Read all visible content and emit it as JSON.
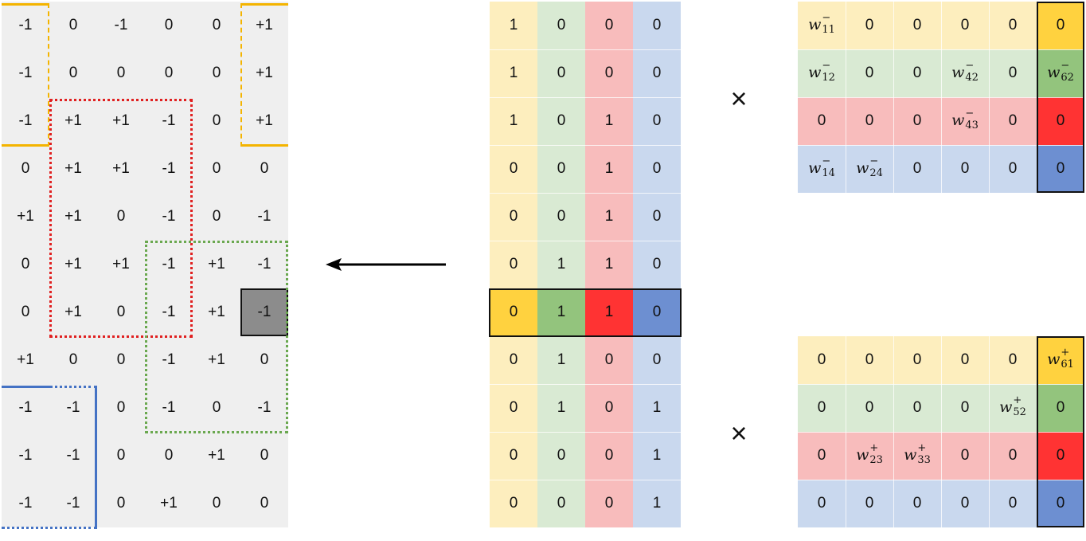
{
  "colors": {
    "left_bg": "#efefef",
    "yellow": "#fdeebe",
    "green": "#d9ead3",
    "red": "#f8bcbc",
    "blue": "#c9d8ee",
    "yellow_strong": "#ffd23f",
    "green_strong": "#93c47d",
    "red_strong": "#ff3333",
    "blue_strong": "#6d8fd1",
    "dark_cell": "#8c8c8c",
    "box_yellow": "#f4b400",
    "box_red": "#e02020",
    "box_green": "#6aa84f",
    "box_blue": "#4472c4"
  },
  "left_matrix": [
    [
      "-1",
      "0",
      "-1",
      "0",
      "0",
      "+1"
    ],
    [
      "-1",
      "0",
      "0",
      "0",
      "0",
      "+1"
    ],
    [
      "-1",
      "+1",
      "+1",
      "-1",
      "0",
      "+1"
    ],
    [
      "0",
      "+1",
      "+1",
      "-1",
      "0",
      "0"
    ],
    [
      "+1",
      "+1",
      "0",
      "-1",
      "0",
      "-1"
    ],
    [
      "0",
      "+1",
      "+1",
      "-1",
      "+1",
      "-1"
    ],
    [
      "0",
      "+1",
      "0",
      "-1",
      "+1",
      "-1"
    ],
    [
      "+1",
      "0",
      "0",
      "-1",
      "+1",
      "0"
    ],
    [
      "-1",
      "-1",
      "0",
      "-1",
      "0",
      "-1"
    ],
    [
      "-1",
      "-1",
      "0",
      "0",
      "+1",
      "0"
    ],
    [
      "-1",
      "-1",
      "0",
      "+1",
      "0",
      "0"
    ]
  ],
  "middle_matrix": [
    [
      "1",
      "0",
      "0",
      "0"
    ],
    [
      "1",
      "0",
      "0",
      "0"
    ],
    [
      "1",
      "0",
      "1",
      "0"
    ],
    [
      "0",
      "0",
      "1",
      "0"
    ],
    [
      "0",
      "0",
      "1",
      "0"
    ],
    [
      "0",
      "1",
      "1",
      "0"
    ],
    [
      "0",
      "1",
      "1",
      "0"
    ],
    [
      "0",
      "1",
      "0",
      "0"
    ],
    [
      "0",
      "1",
      "0",
      "1"
    ],
    [
      "0",
      "0",
      "0",
      "1"
    ],
    [
      "0",
      "0",
      "0",
      "1"
    ]
  ],
  "middle_highlight_row": 6,
  "top_right_matrix": [
    [
      {
        "w": "w",
        "sub": "11",
        "sup": "−"
      },
      "0",
      "0",
      "0",
      "0",
      "0"
    ],
    [
      {
        "w": "w",
        "sub": "12",
        "sup": "−"
      },
      "0",
      "0",
      {
        "w": "w",
        "sub": "42",
        "sup": "−"
      },
      "0",
      {
        "w": "w",
        "sub": "62",
        "sup": "−"
      }
    ],
    [
      "0",
      "0",
      "0",
      {
        "w": "w",
        "sub": "43",
        "sup": "−"
      },
      "0",
      "0"
    ],
    [
      {
        "w": "w",
        "sub": "14",
        "sup": "−"
      },
      {
        "w": "w",
        "sub": "24",
        "sup": "−"
      },
      "0",
      "0",
      "0",
      "0"
    ]
  ],
  "bottom_right_matrix": [
    [
      "0",
      "0",
      "0",
      "0",
      "0",
      {
        "w": "w",
        "sub": "61",
        "sup": "+"
      }
    ],
    [
      "0",
      "0",
      "0",
      "0",
      {
        "w": "w",
        "sub": "52",
        "sup": "+"
      },
      "0"
    ],
    [
      "0",
      {
        "w": "w",
        "sub": "23",
        "sup": "+"
      },
      {
        "w": "w",
        "sub": "33",
        "sup": "+"
      },
      "0",
      "0",
      "0"
    ],
    [
      "0",
      "0",
      "0",
      "0",
      "0",
      "0"
    ]
  ],
  "operators": {
    "times_top": "×",
    "times_bottom": "×"
  }
}
